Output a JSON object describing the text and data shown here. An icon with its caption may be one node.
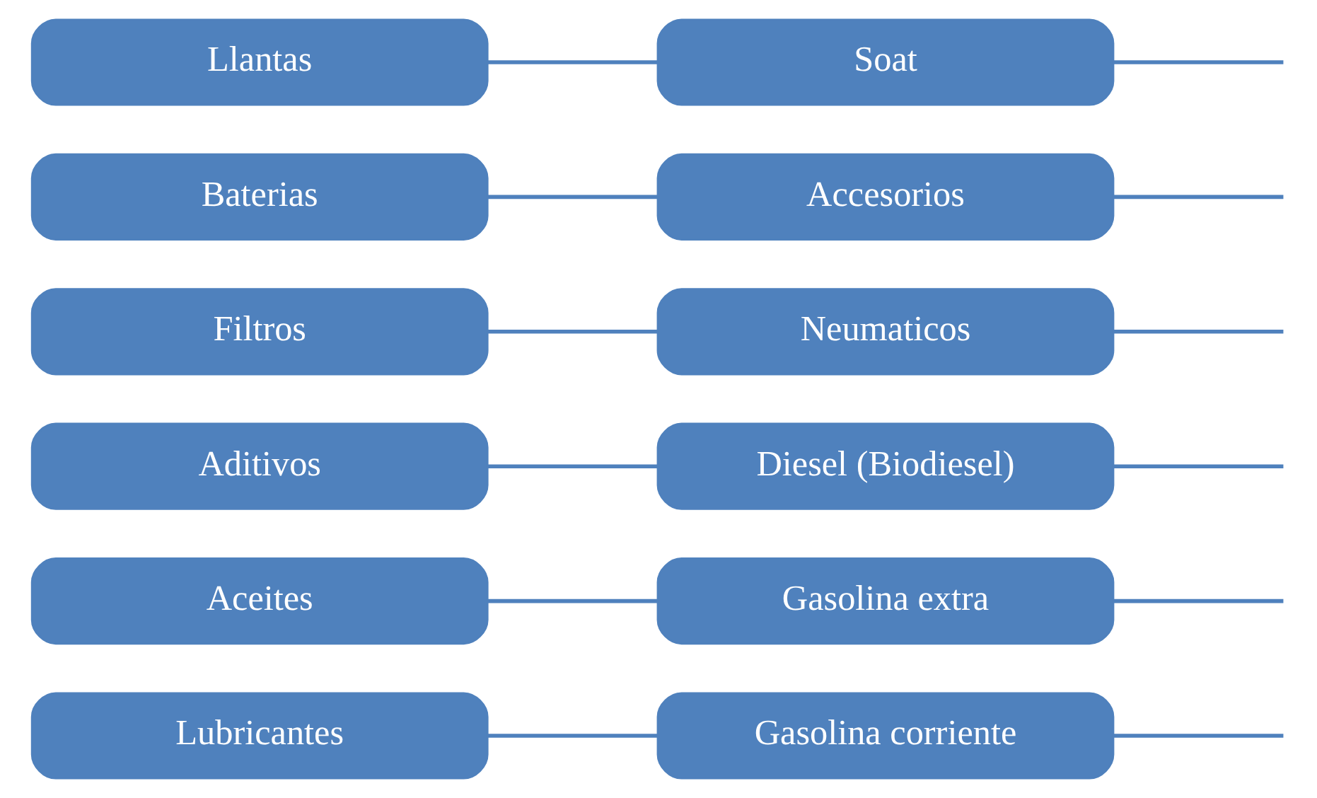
{
  "diagram": {
    "nodes": [
      {
        "text": [
          "Lubricantes"
        ]
      },
      {
        "text": [
          "Gasolina corriente"
        ]
      },
      {
        "text": [
          "Aceites"
        ]
      },
      {
        "text": [
          "Gasolina extra"
        ]
      },
      {
        "text": [
          "Aditivos"
        ]
      },
      {
        "text": [
          "Diesel (Biodiesel)"
        ]
      },
      {
        "text": [
          "Filtros"
        ]
      },
      {
        "text": [
          "Neumaticos"
        ]
      },
      {
        "text": [
          "Baterias"
        ]
      },
      {
        "text": [
          "Accesorios"
        ]
      },
      {
        "text": [
          "Llantas"
        ]
      },
      {
        "text": [
          "Soat"
        ]
      }
    ],
    "edges": [
      {
        "from": 0,
        "to": 1,
        "arrow": "none"
      },
      {
        "from": 2,
        "to": 3,
        "arrow": "none"
      },
      {
        "from": 4,
        "to": 5,
        "arrow": "none"
      },
      {
        "from": 6,
        "to": 7,
        "arrow": "none"
      },
      {
        "from": 8,
        "to": 9,
        "arrow": "none"
      },
      {
        "from": 10,
        "to": 11,
        "arrow": "none"
      },
      {
        "from": 1,
        "to": null,
        "arrow": "none"
      },
      {
        "from": 3,
        "to": null,
        "arrow": "none"
      },
      {
        "from": 5,
        "to": null,
        "arrow": "none"
      },
      {
        "from": 7,
        "to": null,
        "arrow": "none"
      },
      {
        "from": 9,
        "to": null,
        "arrow": "none"
      },
      {
        "from": 11,
        "to": null,
        "arrow": "none"
      }
    ]
  }
}
